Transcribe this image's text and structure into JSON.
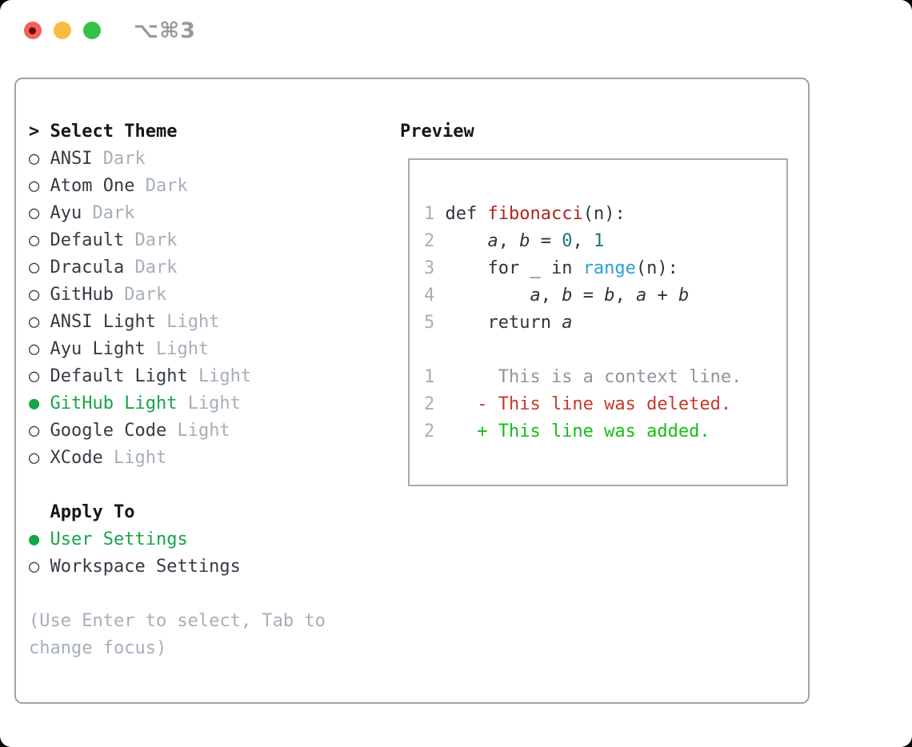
{
  "titlebar": {
    "shortcut": "⌥⌘3"
  },
  "colors": {
    "traffic_close": "#f4615a",
    "traffic_close_dot": "#62100a",
    "traffic_minimize": "#f7bd40",
    "traffic_zoom": "#35c148",
    "panel_border": "#9aa4af",
    "preview_border": "#a4abb4",
    "selected_green": "#18a449",
    "muted_gray": "#a6afba",
    "text_dark": "#343b43",
    "header_black": "#14171b",
    "code_default": "#2e353c",
    "code_function_red": "#ad241d",
    "code_number_teal": "#0e7d78",
    "code_builtin_blue": "#2b9fd4",
    "diff_context_gray": "#8f969e",
    "diff_deleted_red": "#c43a2a",
    "diff_added_green": "#16bd16"
  },
  "theme_panel": {
    "header": {
      "prefix": "> ",
      "title": "Select Theme"
    },
    "items": [
      {
        "marker": "○ ",
        "name": "ANSI ",
        "variant": "Dark",
        "selected": false
      },
      {
        "marker": "○ ",
        "name": "Atom One ",
        "variant": "Dark",
        "selected": false
      },
      {
        "marker": "○ ",
        "name": "Ayu ",
        "variant": "Dark",
        "selected": false
      },
      {
        "marker": "○ ",
        "name": "Default ",
        "variant": "Dark",
        "selected": false
      },
      {
        "marker": "○ ",
        "name": "Dracula ",
        "variant": "Dark",
        "selected": false
      },
      {
        "marker": "○ ",
        "name": "GitHub ",
        "variant": "Dark",
        "selected": false
      },
      {
        "marker": "○ ",
        "name": "ANSI Light ",
        "variant": "Light",
        "selected": false
      },
      {
        "marker": "○ ",
        "name": "Ayu Light ",
        "variant": "Light",
        "selected": false
      },
      {
        "marker": "○ ",
        "name": "Default Light ",
        "variant": "Light",
        "selected": false
      },
      {
        "marker": "● ",
        "name": "GitHub Light ",
        "variant": "Light",
        "selected": true
      },
      {
        "marker": "○ ",
        "name": "Google Code ",
        "variant": "Light",
        "selected": false
      },
      {
        "marker": "○ ",
        "name": "XCode ",
        "variant": "Light",
        "selected": false
      }
    ],
    "apply_to": {
      "indent": "  ",
      "title": "Apply To",
      "options": [
        {
          "marker": "● ",
          "label": "User Settings",
          "selected": true
        },
        {
          "marker": "○ ",
          "label": "Workspace Settings",
          "selected": false
        }
      ]
    },
    "help_line1": "(Use Enter to select, Tab to",
    "help_line2": "change focus)"
  },
  "preview": {
    "title": "Preview",
    "code": {
      "l1": {
        "ln": "1 ",
        "t1": "def ",
        "fn": "fibonacci",
        "t2": "(n):"
      },
      "l2": {
        "ln": "2 ",
        "t1": "    ",
        "v1": "a",
        "t2": ", ",
        "v2": "b",
        "t3": " = ",
        "n1": "0",
        "t4": ", ",
        "n2": "1"
      },
      "l3": {
        "ln": "3 ",
        "t1": "    for _ in ",
        "fn": "range",
        "t2": "(n):"
      },
      "l4": {
        "ln": "4 ",
        "t1": "        ",
        "v1": "a",
        "t2": ", ",
        "v2": "b",
        "t3": " = ",
        "v3": "b",
        "t4": ", ",
        "v4": "a",
        "t5": " + ",
        "v5": "b"
      },
      "l5": {
        "ln": "5 ",
        "t1": "    return ",
        "v1": "a"
      },
      "d1": {
        "ln": "1",
        "text": "      This is a context line."
      },
      "d2": {
        "ln": "2",
        "text": "    - This line was deleted."
      },
      "d3": {
        "ln": "2",
        "text": "    + This line was added."
      }
    }
  }
}
